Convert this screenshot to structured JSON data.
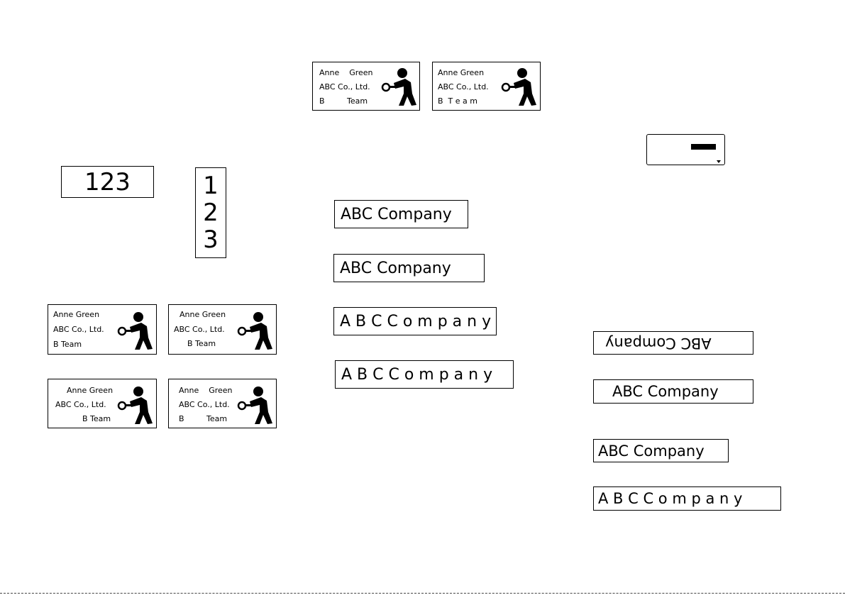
{
  "numbers": {
    "horizontal": "123",
    "vertical": [
      "1",
      "2",
      "3"
    ]
  },
  "labels": [
    {
      "lines": [
        "Anne    Green",
        "ABC Co., Ltd.",
        "B         Team"
      ]
    },
    {
      "lines": [
        "Anne Green",
        "ABC Co., Ltd.",
        "B  T e a m"
      ]
    },
    {
      "lines": [
        "Anne Green",
        "ABC Co., Ltd.",
        "B Team"
      ]
    },
    {
      "lines": [
        "Anne Green",
        "ABC Co., Ltd.",
        "B Team"
      ]
    },
    {
      "lines": [
        "Anne Green",
        "ABC Co., Ltd.",
        "B Team"
      ]
    },
    {
      "lines": [
        "Anne    Green",
        "ABC Co., Ltd.",
        "B         Team"
      ]
    }
  ],
  "company_tapes": [
    "ABC Company",
    "ABC  Company",
    "A B C   C o m p a n y",
    "A B C    C o m p a n y",
    "ABC Company",
    "ABC Company",
    "ABC Company",
    "A B C     C o m p a n y"
  ],
  "icons": {
    "figure": "person-with-key-icon",
    "cursor": "cursor-bar-icon",
    "scroll": "triangle-down-icon"
  },
  "colors": {
    "ink": "#000000",
    "paper": "#ffffff"
  }
}
